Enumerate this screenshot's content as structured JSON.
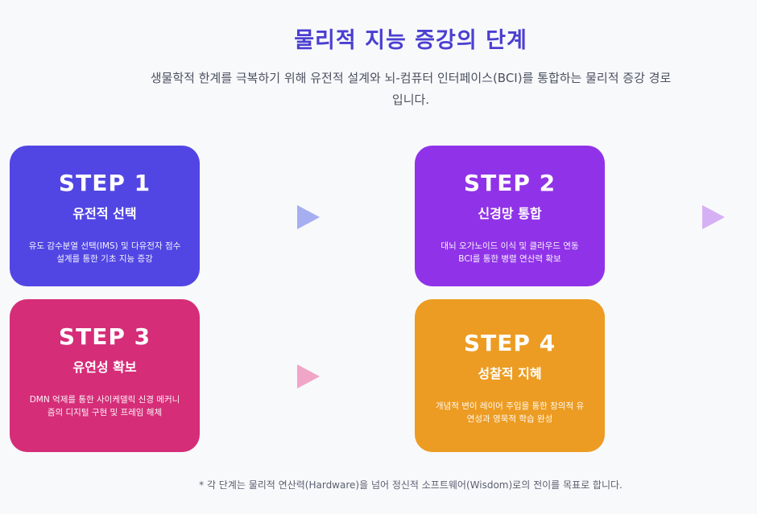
{
  "title": "물리적 지능 증강의 단계",
  "subtitle": "생물학적 한계를 극복하기 위해 유전적 설계와 뇌-컴퓨터 인터페이스(BCI)를 통합하는 물리적 증강 경로입니다.",
  "steps": [
    {
      "step": "STEP 1",
      "name": "유전적 선택",
      "desc": "유도 감수분열 선택(IMS) 및 다유전자 점수 설계를 통한 기초 지능 증강",
      "color": "#5146e3"
    },
    {
      "step": "STEP 2",
      "name": "신경망 통합",
      "desc": "대뇌 오가노이드 이식 및 클라우드 연동 BCI를 통한 병렬 연산력 확보",
      "color": "#9033e8"
    },
    {
      "step": "STEP 3",
      "name": "유연성 확보",
      "desc": "DMN 억제를 통한 사이케델릭 신경 메커니즘의 디지털 구현 및 프레임 해체",
      "color": "#d52d78"
    },
    {
      "step": "STEP 4",
      "name": "성찰적 지혜",
      "desc": "개념적 변이 레이어 주입을 통한 창의적 유연성과 영묵적 학습 완성",
      "color": "#ec9c22"
    }
  ],
  "arrows": [
    "arrow-right-icon",
    "arrow-right-icon",
    "arrow-right-icon"
  ],
  "footnote": "* 각 단계는 물리적 연산력(Hardware)을 넘어 정신적 소프트웨어(Wisdom)로의 전이를 목표로 합니다."
}
